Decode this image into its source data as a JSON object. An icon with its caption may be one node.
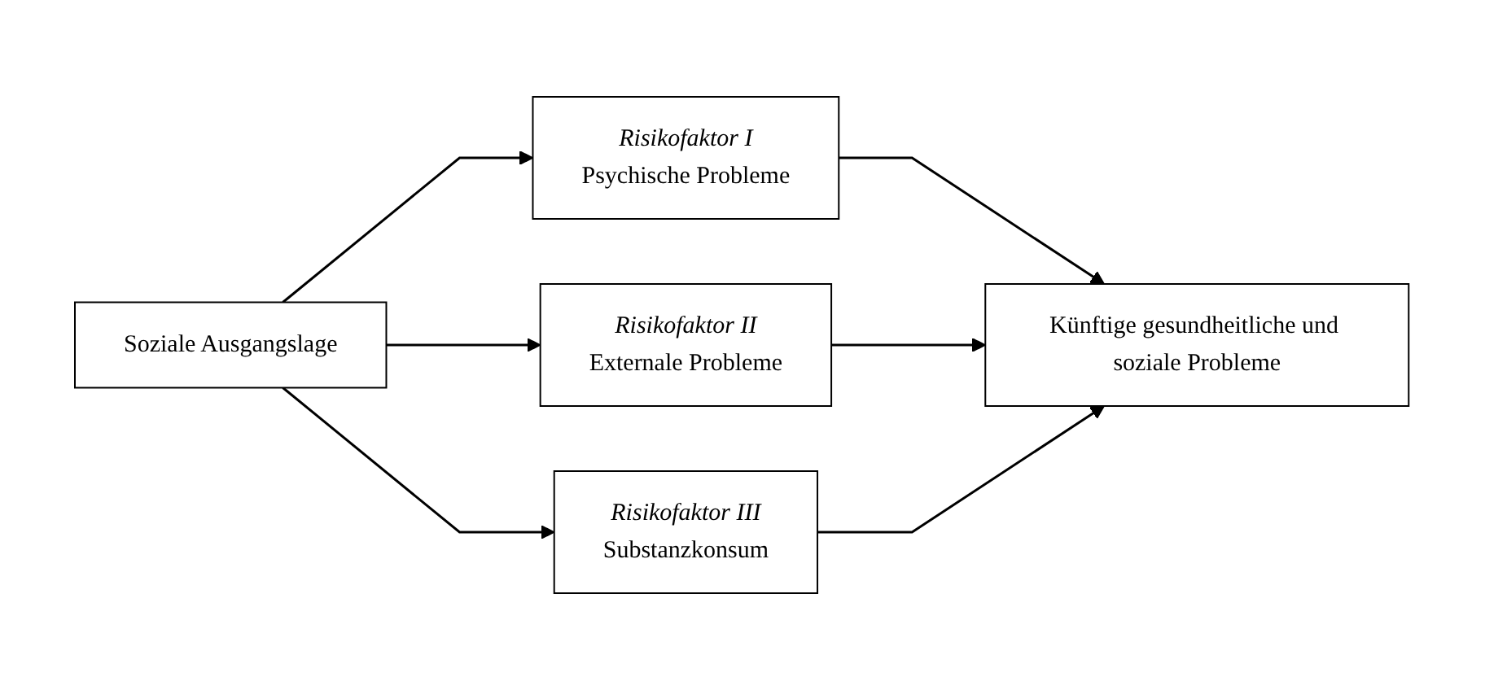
{
  "diagram": {
    "nodes": [
      {
        "text": [
          "Soziale Ausgangslage"
        ]
      },
      {
        "text": [
          "Risikofaktor I",
          "Psychische Probleme"
        ]
      },
      {
        "text": [
          "Risikofaktor II",
          "Externale Probleme"
        ]
      },
      {
        "text": [
          "Risikofaktor III",
          "Substanzkonsum"
        ]
      },
      {
        "text": [
          "Künftige gesundheitliche und soziale Probleme"
        ]
      }
    ],
    "edges": [
      {
        "from": 0,
        "to": 1,
        "arrow": "to"
      },
      {
        "from": 0,
        "to": 2,
        "arrow": "to"
      },
      {
        "from": 0,
        "to": 3,
        "arrow": "to"
      },
      {
        "from": 1,
        "to": 4,
        "arrow": "to"
      },
      {
        "from": 2,
        "to": 4,
        "arrow": "to"
      },
      {
        "from": 3,
        "to": 4,
        "arrow": "to"
      }
    ]
  }
}
